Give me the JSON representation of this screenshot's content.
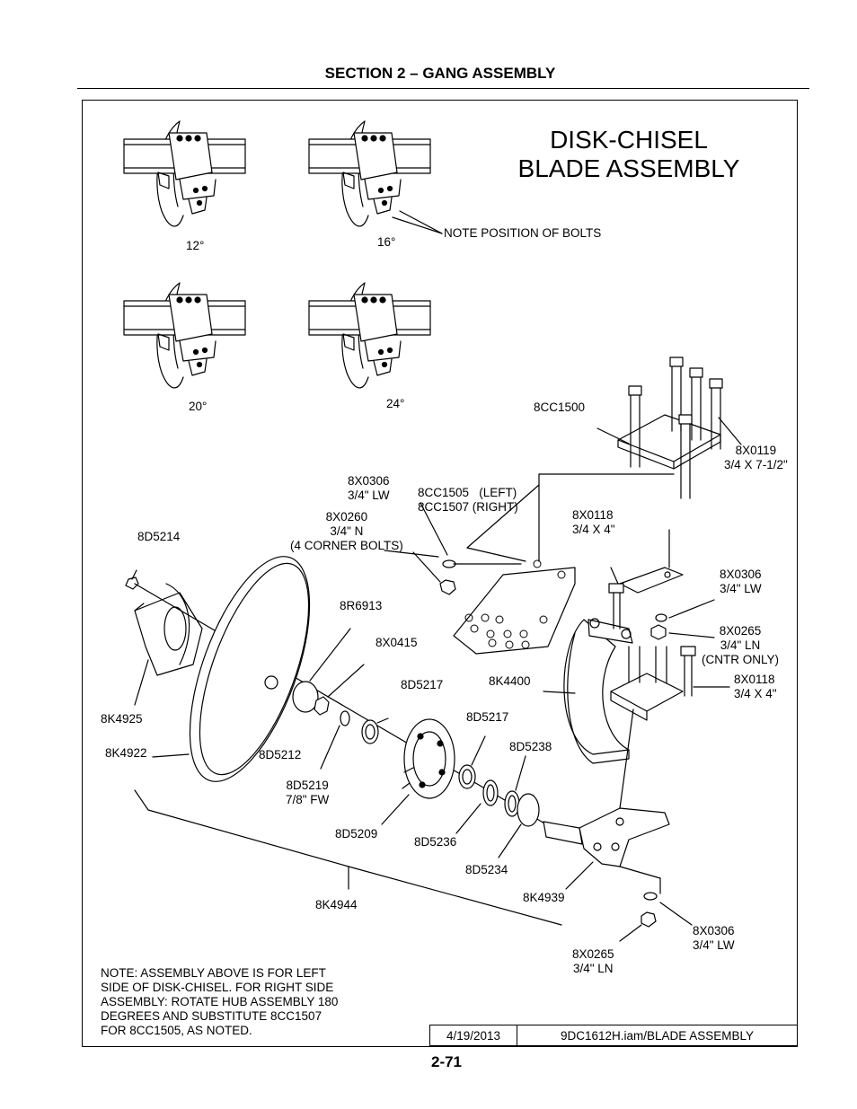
{
  "header": {
    "section_title": "SECTION 2 – GANG ASSEMBLY"
  },
  "diagram": {
    "title_line1": "DISK-CHISEL",
    "title_line2": "BLADE ASSEMBLY",
    "angle_views": [
      {
        "angle": "12°"
      },
      {
        "angle": "16°"
      },
      {
        "angle": "20°"
      },
      {
        "angle": "24°"
      }
    ],
    "callouts": {
      "note_bolts": "NOTE POSITION OF BOLTS",
      "p_8cc1500": "8CC1500",
      "p_8x0119": "8X0119\n3/4 X 7-1/2\"",
      "p_8x0306_a": "8X0306\n3/4\" LW",
      "p_8cc1505": "8CC1505   (LEFT)\n8CC1507 (RIGHT)",
      "p_8x0260": "8X0260\n3/4\" N\n(4 CORNER BOLTS)",
      "p_8d5214": "8D5214",
      "p_8x0118_a": "8X0118\n3/4 X 4\"",
      "p_8x0306_b": "8X0306\n3/4\" LW",
      "p_8r6913": "8R6913",
      "p_8x0265_a": "8X0265\n3/4\" LN\n(CNTR ONLY)",
      "p_8x0415": "8X0415",
      "p_8x0118_b": "8X0118\n3/4 X 4\"",
      "p_8d5217_a": "8D5217",
      "p_8k4400": "8K4400",
      "p_8d5217_b": "8D5217",
      "p_8k4925": "8K4925",
      "p_8d5238": "8D5238",
      "p_8k4922": "8K4922",
      "p_8d5212": "8D5212",
      "p_8d5219": "8D5219\n7/8\" FW",
      "p_8d5209": "8D5209",
      "p_8d5236": "8D5236",
      "p_8d5234": "8D5234",
      "p_8k4939": "8K4939",
      "p_8k4944": "8K4944",
      "p_8x0306_c": "8X0306\n3/4\" LW",
      "p_8x0265_b": "8X0265\n3/4\" LN"
    },
    "note_lines": [
      "NOTE: ASSEMBLY ABOVE IS FOR LEFT",
      "SIDE OF DISK-CHISEL. FOR RIGHT SIDE",
      "ASSEMBLY: ROTATE HUB ASSEMBLY 180",
      "DEGREES AND SUBSTITUTE 8CC1507",
      "FOR 8CC1505, AS NOTED."
    ],
    "title_block": {
      "date": "4/19/2013",
      "file": "9DC1612H.iam/BLADE ASSEMBLY"
    }
  },
  "footer": {
    "page_number": "2-71"
  }
}
